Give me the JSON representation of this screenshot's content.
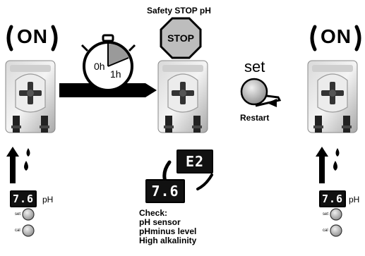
{
  "title": "Safety STOP pH",
  "stop_sign": "STOP",
  "on_label": "ON",
  "timer": {
    "start": "0h",
    "end": "1h"
  },
  "set_label": "set",
  "restart_label": "Restart",
  "ph_reading": "7.6",
  "error_code": "E2",
  "ph_unit": "pH",
  "buttons": {
    "set": "set",
    "cal": "cal"
  },
  "check": {
    "heading": "Check:",
    "items": [
      "pH sensor",
      "pHminus level",
      "High alkalinity"
    ]
  }
}
